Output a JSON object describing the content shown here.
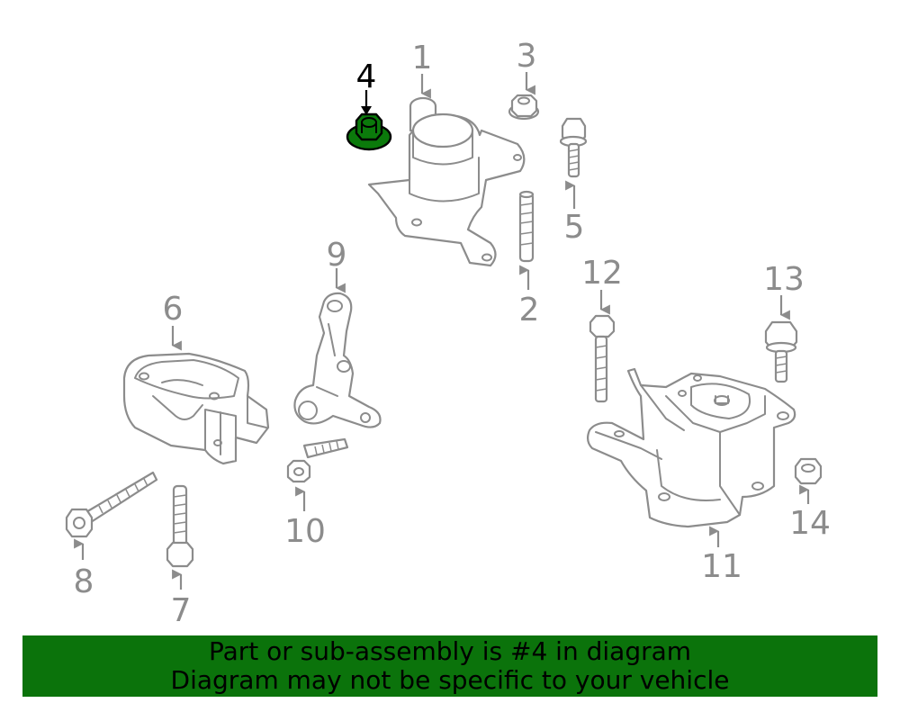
{
  "callouts": {
    "c1": "1",
    "c2": "2",
    "c3": "3",
    "c4": "4",
    "c5": "5",
    "c6": "6",
    "c7": "7",
    "c8": "8",
    "c9": "9",
    "c10": "10",
    "c11": "11",
    "c12": "12",
    "c13": "13",
    "c14": "14"
  },
  "highlighted_part": "4",
  "colors": {
    "highlight": "#0b7a0b",
    "banner": "#0b730b",
    "line_art": "#8c8c8c"
  },
  "banner": {
    "line1": "Part or sub-assembly is #4 in diagram",
    "line2": "Diagram may not be specific to your vehicle"
  }
}
